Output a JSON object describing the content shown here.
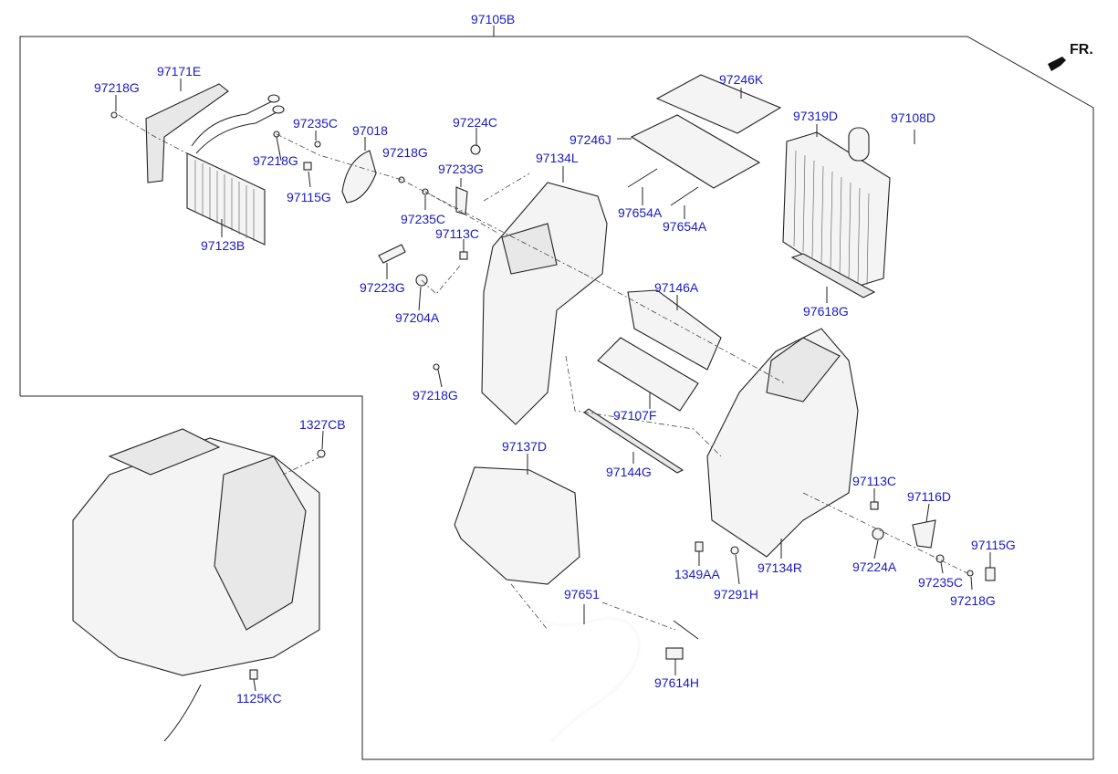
{
  "diagram": {
    "assembly_label": "97105B",
    "front_indicator": "FR.",
    "colors": {
      "label": "#1a1ac8",
      "line": "#222222",
      "background": "#ffffff"
    },
    "parts": {
      "p97171E": "97171E",
      "p97218G_a": "97218G",
      "p97123B": "97123B",
      "p97235C_a": "97235C",
      "p97018": "97018",
      "p97218G_b": "97218G",
      "p97115G_a": "97115G",
      "p97218G_c": "97218G",
      "p97235C_b": "97235C",
      "p97224C": "97224C",
      "p97233G": "97233G",
      "p97134L": "97134L",
      "p97113C_a": "97113C",
      "p97223G": "97223G",
      "p97204A": "97204A",
      "p97246K": "97246K",
      "p97246J": "97246J",
      "p97654A_a": "97654A",
      "p97654A_b": "97654A",
      "p97319D": "97319D",
      "p97108D": "97108D",
      "p97618G": "97618G",
      "p97146A": "97146A",
      "p97107F": "97107F",
      "p97218G_d": "97218G",
      "p97144G": "97144G",
      "p97137D": "97137D",
      "p97651": "97651",
      "p97614H": "97614H",
      "p1349AA": "1349AA",
      "p97291H": "97291H",
      "p97134R": "97134R",
      "p97113C_b": "97113C",
      "p97116D": "97116D",
      "p97224A": "97224A",
      "p97235C_c": "97235C",
      "p97115G_b": "97115G",
      "p97218G_e": "97218G",
      "p1327CB": "1327CB",
      "p1125KC": "1125KC"
    }
  }
}
